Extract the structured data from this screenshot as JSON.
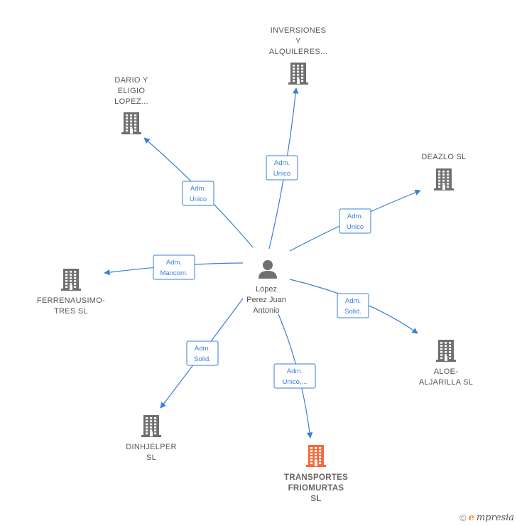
{
  "center": {
    "name": [
      "Lopez",
      "Perez Juan",
      "Antonio"
    ],
    "icon": "person-icon"
  },
  "companies": [
    {
      "id": "inversiones",
      "label": [
        "INVERSIONES",
        "Y",
        "ALQUILERES..."
      ],
      "relation": [
        "Adm.",
        "Unico"
      ],
      "highlight": false
    },
    {
      "id": "dario",
      "label": [
        "DARIO Y",
        "ELIGIO",
        "LOPEZ..."
      ],
      "relation": [
        "Adm.",
        "Unico"
      ],
      "highlight": false
    },
    {
      "id": "deazlo",
      "label": [
        "DEAZLO SL"
      ],
      "relation": [
        "Adm.",
        "Unico"
      ],
      "highlight": false
    },
    {
      "id": "ferrenausimo",
      "label": [
        "FERRENAUSIMO-",
        "TRES SL"
      ],
      "relation": [
        "Adm.",
        "Mancom."
      ],
      "highlight": false
    },
    {
      "id": "aloe",
      "label": [
        "ALOE-",
        "ALJARILLA  SL"
      ],
      "relation": [
        "Adm.",
        "Solid."
      ],
      "highlight": false
    },
    {
      "id": "dinhjelper",
      "label": [
        "DINHJELPER",
        "SL"
      ],
      "relation": [
        "Adm.",
        "Solid."
      ],
      "highlight": false
    },
    {
      "id": "transportes",
      "label": [
        "TRANSPORTES",
        "FRIOMURTAS",
        "SL"
      ],
      "relation": [
        "Adm.",
        "Unico,..."
      ],
      "highlight": true
    }
  ],
  "colors": {
    "edge": "#3a7fd5",
    "building": "#6f6f6f",
    "highlight": "#f26c3c",
    "person": "#6f6f6f"
  },
  "footer": {
    "copyright": "©",
    "brand": "mpresia",
    "brand_initial": "e"
  }
}
